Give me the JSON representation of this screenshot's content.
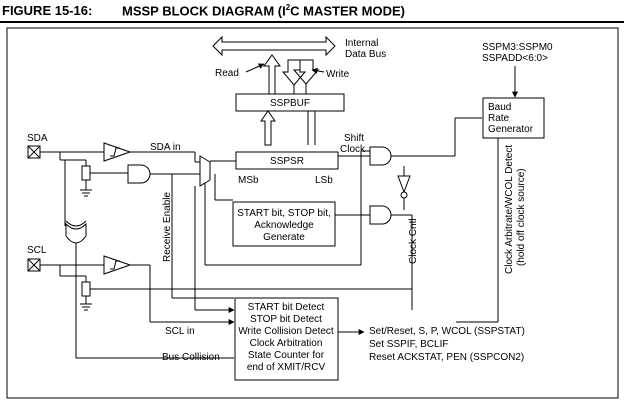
{
  "figure": {
    "number": "FIGURE 15-16:",
    "title_pre": "MSSP BLOCK DIAGRAM (I",
    "title_sup": "2",
    "title_post": "C MASTER MODE)"
  },
  "bus": {
    "label_line1": "Internal",
    "label_line2": "Data Bus",
    "read": "Read",
    "write": "Write"
  },
  "blocks": {
    "sspbuf": "SSPBUF",
    "sspsr": "SSPSR",
    "msb": "MSb",
    "lsb": "LSb",
    "baud_line1": "Baud",
    "baud_line2": "Rate",
    "baud_line3": "Generator",
    "start_line1": "START bit, STOP bit,",
    "start_line2": "Acknowledge",
    "start_line3": "Generate",
    "detect_lines": [
      "START bit Detect",
      "STOP bit Detect",
      "Write Collision Detect",
      "Clock Arbitration",
      "State Counter for",
      "end of XMIT/RCV"
    ]
  },
  "signals": {
    "sspm": "SSPM3:SSPM0",
    "sspadd": "SSPADD<6:0>",
    "shift_line1": "Shift",
    "shift_line2": "Clock",
    "sda_in": "SDA in",
    "scl_in": "SCL in",
    "bus_collision": "Bus Collision",
    "receive_enable": "Receive Enable",
    "clock_cntl": "Clock Cntl",
    "clock_arb_line1": "Clock Arbitrate/WCOL Detect",
    "clock_arb_line2": "(hold off clock source)",
    "out_line1": "Set/Reset, S, P, WCOL (SSPSTAT)",
    "out_line2": "Set SSPIF, BCLIF",
    "out_line3": "Reset ACKSTAT, PEN (SSPCON2)"
  },
  "pins": {
    "sda": "SDA",
    "scl": "SCL"
  }
}
